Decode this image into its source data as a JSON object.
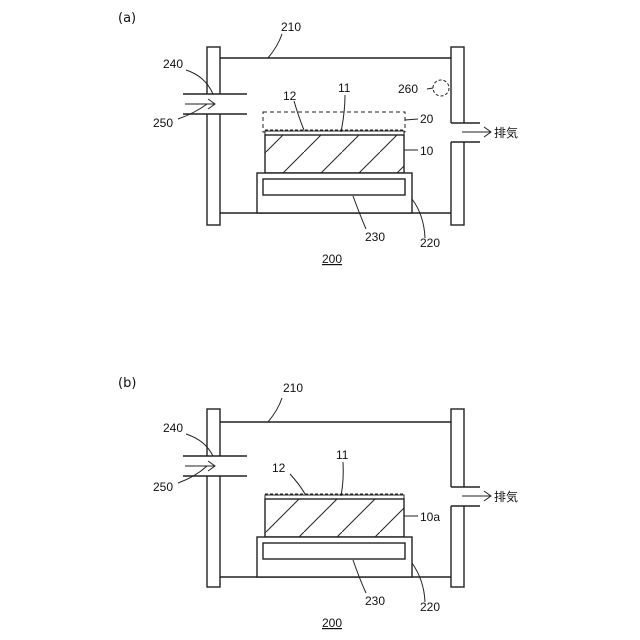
{
  "panel_a": {
    "caption": "(a)",
    "label_chamber": "210",
    "label_inlet": "240",
    "label_gas": "250",
    "label_sensor": "260",
    "label_mask": "20",
    "label_film_12": "12",
    "label_layer_11": "11",
    "label_substrate": "10",
    "label_stage": "220",
    "label_heater": "230",
    "label_exhaust": "排気",
    "label_apparatus": "200"
  },
  "panel_b": {
    "caption": "(b)",
    "label_chamber": "210",
    "label_inlet": "240",
    "label_gas": "250",
    "label_film_12": "12",
    "label_layer_11": "11",
    "label_substrate": "10a",
    "label_stage": "220",
    "label_heater": "230",
    "label_exhaust": "排気",
    "label_apparatus": "200"
  }
}
